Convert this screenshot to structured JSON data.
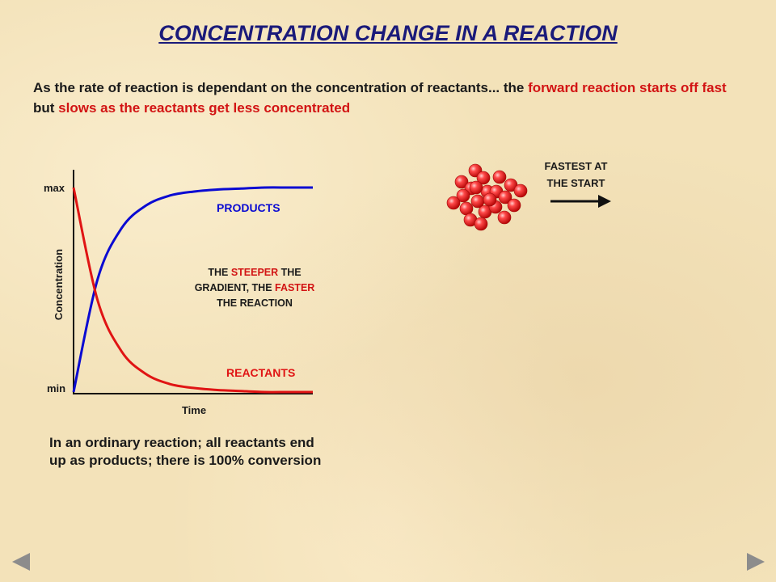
{
  "title": "CONCENTRATION CHANGE IN A REACTION",
  "intro": {
    "part1": "As the rate of reaction is dependant on the concentration of reactants... the ",
    "part2": "forward reaction starts off fast",
    "part3": " but ",
    "part4": "slows as the reactants get less concentrated"
  },
  "chart_data": {
    "type": "line",
    "xlabel": "Time",
    "ylabel": "Concentration",
    "y_tick_labels": [
      "max",
      "min"
    ],
    "series": [
      {
        "name": "PRODUCTS",
        "color": "#0a0ad2",
        "trend": "rises from min to max, levelling off",
        "x": [
          0,
          1,
          2,
          3,
          4,
          5,
          6,
          7,
          8,
          9,
          10
        ],
        "y": [
          0.0,
          0.55,
          0.8,
          0.91,
          0.96,
          0.98,
          0.99,
          0.995,
          1.0,
          1.0,
          1.0
        ]
      },
      {
        "name": "REACTANTS",
        "color": "#e01414",
        "trend": "falls from max to min, levelling off",
        "x": [
          0,
          1,
          2,
          3,
          4,
          5,
          6,
          7,
          8,
          9,
          10
        ],
        "y": [
          1.0,
          0.45,
          0.2,
          0.09,
          0.04,
          0.02,
          0.01,
          0.005,
          0.0,
          0.0,
          0.0
        ]
      }
    ],
    "annotation": {
      "l1a": "THE ",
      "l1b": "STEEPER",
      "l1c": " THE",
      "l2a": "GRADIENT, THE ",
      "l2b": "FASTER",
      "l3": "THE REACTION"
    }
  },
  "molecules": {
    "label_line1": "FASTEST AT",
    "label_line2": "THE START",
    "count": 22,
    "color": "#e82222"
  },
  "conclusion": {
    "line1": "In an ordinary reaction; all reactants end",
    "line2": "up as products; there is 100% conversion"
  },
  "nav": {
    "color": "#8c8c8c",
    "prev_icon": "triangle-left-icon",
    "next_icon": "triangle-right-icon"
  }
}
